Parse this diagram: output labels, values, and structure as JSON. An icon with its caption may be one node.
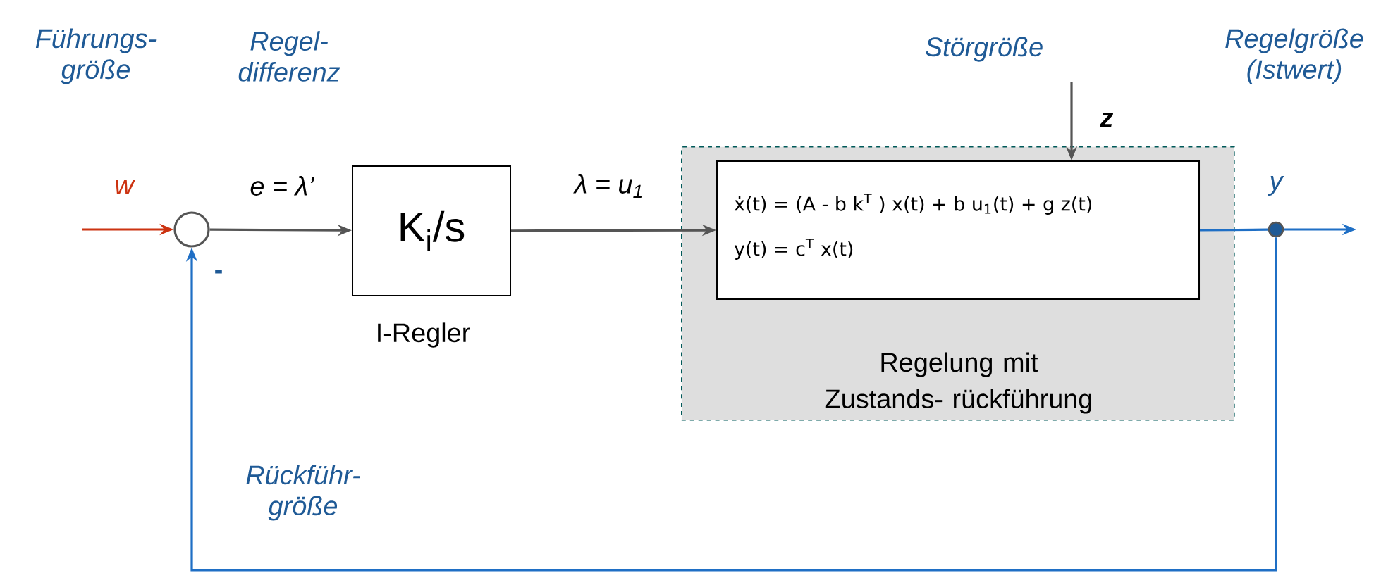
{
  "diagram": {
    "nodes": [
      {
        "text": [],
        "shape": "circle"
      },
      {
        "text": [
          "K$_{i}$/s"
        ],
        "beside": [
          "I-Regler"
        ]
      },
      {
        "text": [
          "Regelung mit Zustands- rückführung"
        ]
      },
      {
        "text": [
          "ẋ(t) = (A - b k$^{T}$ ) x(t) +  b u$_{1}$(t) + g z(t)",
          "y(t) = c$^{T}$ x(t)"
        ],
        "in": 2
      },
      {
        "text": [],
        "shape": "circle",
        "beside": [
          "y"
        ]
      }
    ],
    "edges": [
      {
        "from": null,
        "to": 0,
        "arrow": "to",
        "label": "w",
        "color": "#cc3311"
      },
      {
        "from": 0,
        "to": 1,
        "arrow": "to",
        "label": "e = λ’"
      },
      {
        "from": 1,
        "to": 3,
        "arrow": "to",
        "label": "λ = u$_{1}$"
      },
      {
        "from": null,
        "to": 3,
        "arrow": "to",
        "label": "z"
      },
      {
        "from": 3,
        "to": 4,
        "arrow": "none",
        "color": "#1f6fc5"
      },
      {
        "from": 4,
        "to": null,
        "arrow": "to",
        "color": "#1f6fc5"
      },
      {
        "from": 4,
        "to": 0,
        "arrow": "to",
        "color": "#1f6fc5"
      }
    ],
    "labels": [
      "Führungs- größe",
      "Regel- differenz",
      "Störgröße",
      "Regelgröße (Istwert)",
      "-",
      "Rückführ- größe"
    ]
  }
}
